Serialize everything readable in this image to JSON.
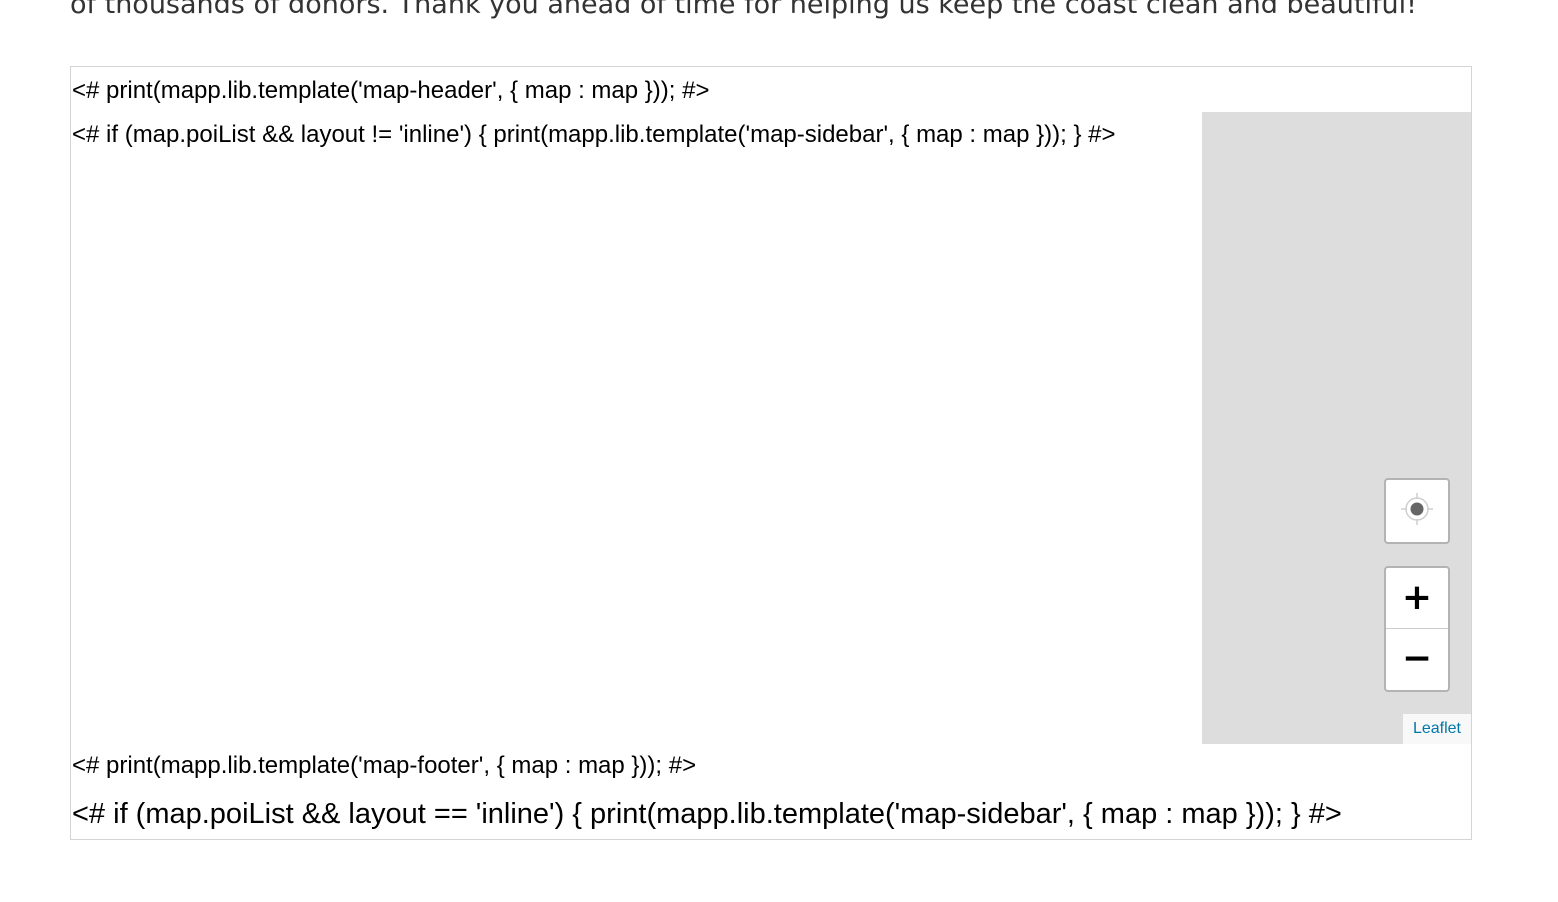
{
  "page": {
    "intro_text": "of thousands of donors. Thank you ahead of time for helping us keep the coast clean and beautiful!"
  },
  "map": {
    "header_template": "<# print(mapp.lib.template('map-header', { map : map })); #>",
    "sidebar_template_top": "<# if (map.poiList && layout != 'inline') { print(mapp.lib.template('map-sidebar', { map : map })); } #>",
    "footer_template": "<# print(mapp.lib.template('map-footer', { map : map })); #>",
    "sidebar_template_inline": "<# if (map.poiList && layout == 'inline') { print(mapp.lib.template('map-sidebar', { map : map })); } #>",
    "controls": {
      "locate_icon": "locate-crosshair-icon",
      "zoom_in_label": "+",
      "zoom_out_label": "−"
    },
    "attribution": "Leaflet",
    "colors": {
      "canvas_bg": "#dddddd",
      "link": "#0078a8",
      "control_border": "#b3b3b3"
    }
  }
}
